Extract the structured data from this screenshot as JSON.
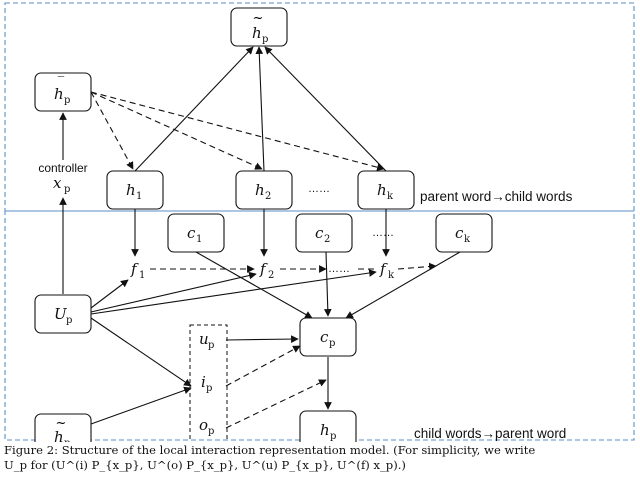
{
  "diagram": {
    "nodes": {
      "h_tilde_top": {
        "base": "h",
        "sub": "p",
        "accent": "~"
      },
      "h_bar_p": {
        "base": "h",
        "sub": "p",
        "accent": "‾"
      },
      "h1": {
        "base": "h",
        "sub": "1"
      },
      "h2": {
        "base": "h",
        "sub": "2"
      },
      "hk": {
        "base": "h",
        "sub": "k"
      },
      "c1": {
        "base": "c",
        "sub": "1"
      },
      "c2": {
        "base": "c",
        "sub": "2"
      },
      "ck": {
        "base": "c",
        "sub": "k"
      },
      "f1": {
        "base": "f",
        "sub": "1"
      },
      "f2": {
        "base": "f",
        "sub": "2"
      },
      "fk": {
        "base": "f",
        "sub": "k"
      },
      "U_p": {
        "base": "U",
        "sub": "p"
      },
      "c_p": {
        "base": "c",
        "sub": "p"
      },
      "h_p_bottom": {
        "base": "h",
        "sub": "p"
      },
      "h_tilde_bottom": {
        "base": "h",
        "sub": "p",
        "accent": "~"
      },
      "u_p": {
        "base": "u",
        "sub": "p"
      },
      "i_p": {
        "base": "i",
        "sub": "p"
      },
      "o_p": {
        "base": "o",
        "sub": "p"
      },
      "x_p": {
        "base": "x",
        "sub": "p"
      }
    },
    "labels": {
      "controller": "controller",
      "parent_to_child": "parent word→child words",
      "child_to_parent": "child words→parent word",
      "dots_h": "……",
      "dots_c": "……",
      "dots_f": "……"
    }
  },
  "caption": {
    "line1": "Figure 2: Structure of the local interaction representation model. (For simplicity, we write",
    "line2": "U_p for (U^(i) P_{x_p}, U^(o) P_{x_p}, U^(u) P_{x_p}, U^(f) x_p).)"
  }
}
